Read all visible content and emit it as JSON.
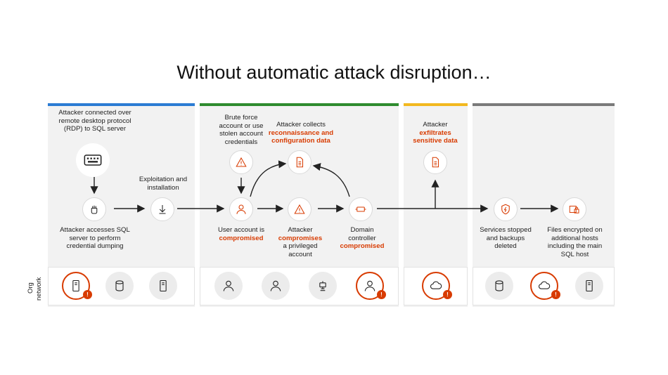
{
  "title": "Without automatic attack disruption…",
  "colors": {
    "blue": "#2b7cd3",
    "green": "#2e8b2e",
    "yellow": "#f2b81f",
    "gray": "#7a7a7a",
    "accent": "#d83b01"
  },
  "org_network_label": [
    "Org",
    "network"
  ],
  "steps": {
    "rdp": "Attacker connected over remote desktop protocol (RDP) to SQL server",
    "dump": "Attacker accesses SQL server to perform credential dumping",
    "exploit": "Exploitation and installation",
    "brute": "Brute force account or use stolen account credentials",
    "recon_pre": "Attacker collects",
    "recon_hl": "reconnaissance and configuration data",
    "user_pre": "User account is",
    "user_hl": "compromised",
    "priv_pre": "Attacker",
    "priv_hl": "compromises",
    "priv_post": "a privileged account",
    "dc_pre": "Domain controller",
    "dc_hl": "compromised",
    "exfil_pre": "Attacker",
    "exfil_hl": "exfiltrates sensitive data",
    "services": "Services stopped and backups deleted",
    "encrypt": "Files encrypted on additional hosts including the main SQL host"
  },
  "icons": {
    "keyboard": "keyboard-hand-icon",
    "fist": "fist-icon",
    "download": "download-arrow-icon",
    "warning": "warning-icon",
    "document": "document-icon",
    "user": "user-icon",
    "domain_controller": "domain-controller-icon",
    "shield_bolt": "shield-bolt-icon",
    "lock_files": "locked-files-icon",
    "server": "server-icon",
    "database": "database-icon",
    "cloud": "cloud-icon",
    "robot": "robot-icon",
    "alert_badge": "alert-badge-icon"
  }
}
